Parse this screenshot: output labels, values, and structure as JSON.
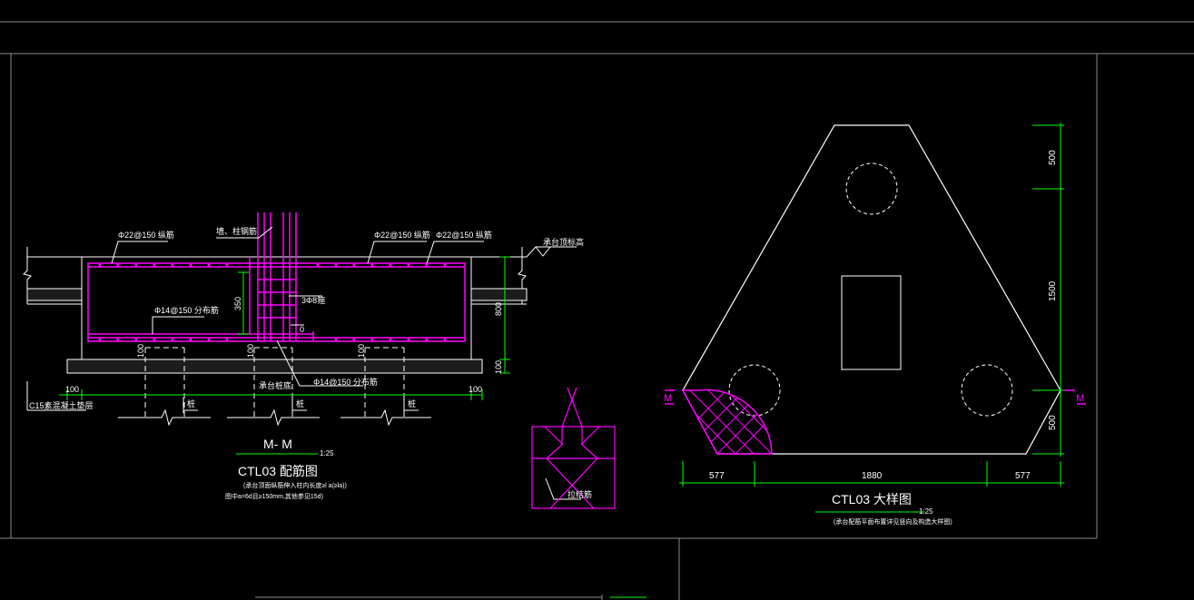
{
  "colors": {
    "background": "#000000",
    "line": "#ffffff",
    "rebar": "#ff00ff",
    "dimension": "#00ff00",
    "frame": "#888888"
  },
  "section": {
    "labels": {
      "top_bar_left": "Φ22@150 纵筋",
      "column": "墙、柱钢筋",
      "top_bar_right": "Φ22@150 纵筋",
      "top_bar_right2": "Φ22@150 纵筋",
      "cap_top": "承台顶标高",
      "bottom_bar": "Φ14@150 分布筋",
      "stirrup": "3Φ8箍",
      "dim_350": "350",
      "small_zero": "0",
      "pile": "承台桩底",
      "bottom_bar2": "Φ14@150 分布筋",
      "cushion": "C15素混凝土垫层",
      "pile_a": "桩",
      "pile_b": "桩",
      "pile_c": "桩",
      "dim_100_1": "100",
      "dim_100_2": "100",
      "dim_100_3": "100",
      "dim_100_left": "100",
      "dim_100_right": "100",
      "dim_800": "800",
      "dim_100_v": "100"
    },
    "title": "M- M",
    "scale": "1:25",
    "subtitle": "CTL03 配筋图",
    "note1": "(承台顶面纵筋伸入柱内长度≥l a(≥la))",
    "note2": "图中a=6d且≥150mm,其他参见15d)"
  },
  "detail": {
    "label": "拉结筋"
  },
  "plan": {
    "dims_vertical": [
      "500",
      "1500",
      "500"
    ],
    "dims_horizontal": [
      "577",
      "1880",
      "577"
    ],
    "section_mark_left": "M",
    "section_mark_right": "M",
    "title": "CTL03 大样图",
    "scale": "1:25",
    "note": "(承台配筋平面布置详见竖向及构造大样图)"
  }
}
